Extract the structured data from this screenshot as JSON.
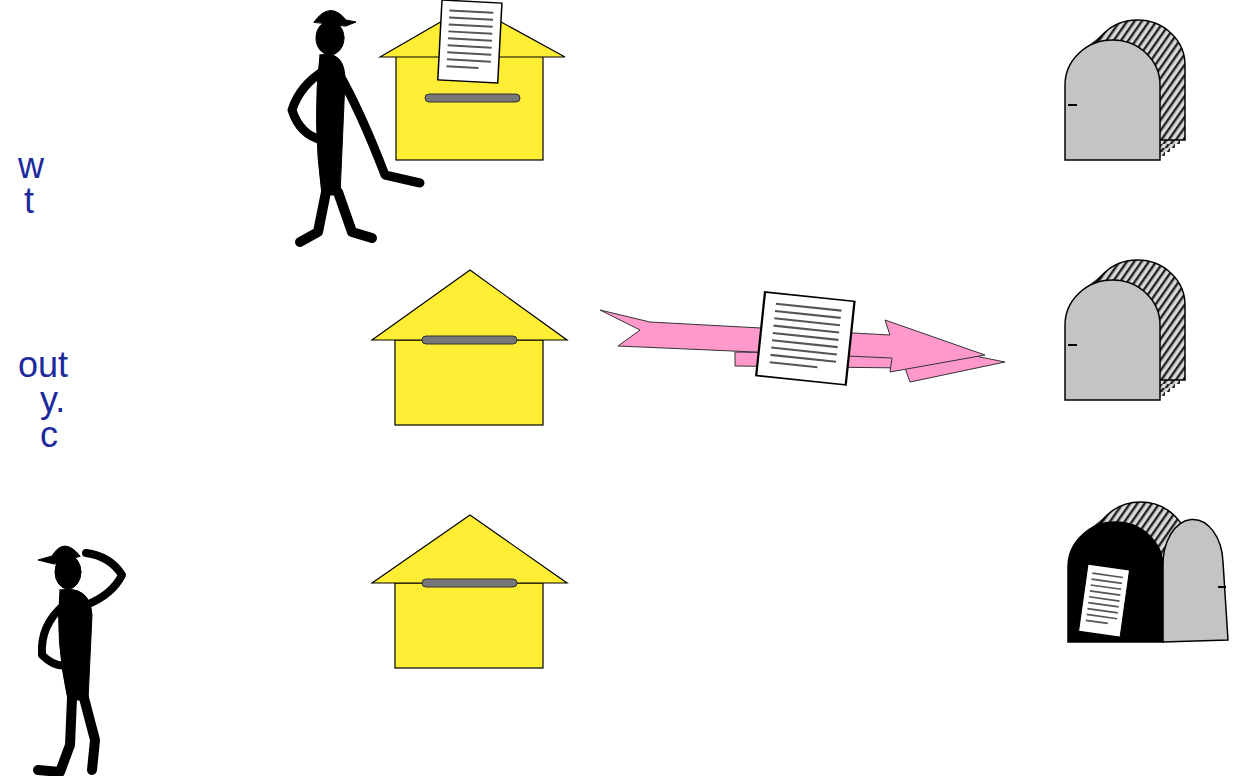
{
  "diagram": {
    "labels": [
      "w",
      "t",
      "out",
      "y.",
      "c"
    ]
  }
}
